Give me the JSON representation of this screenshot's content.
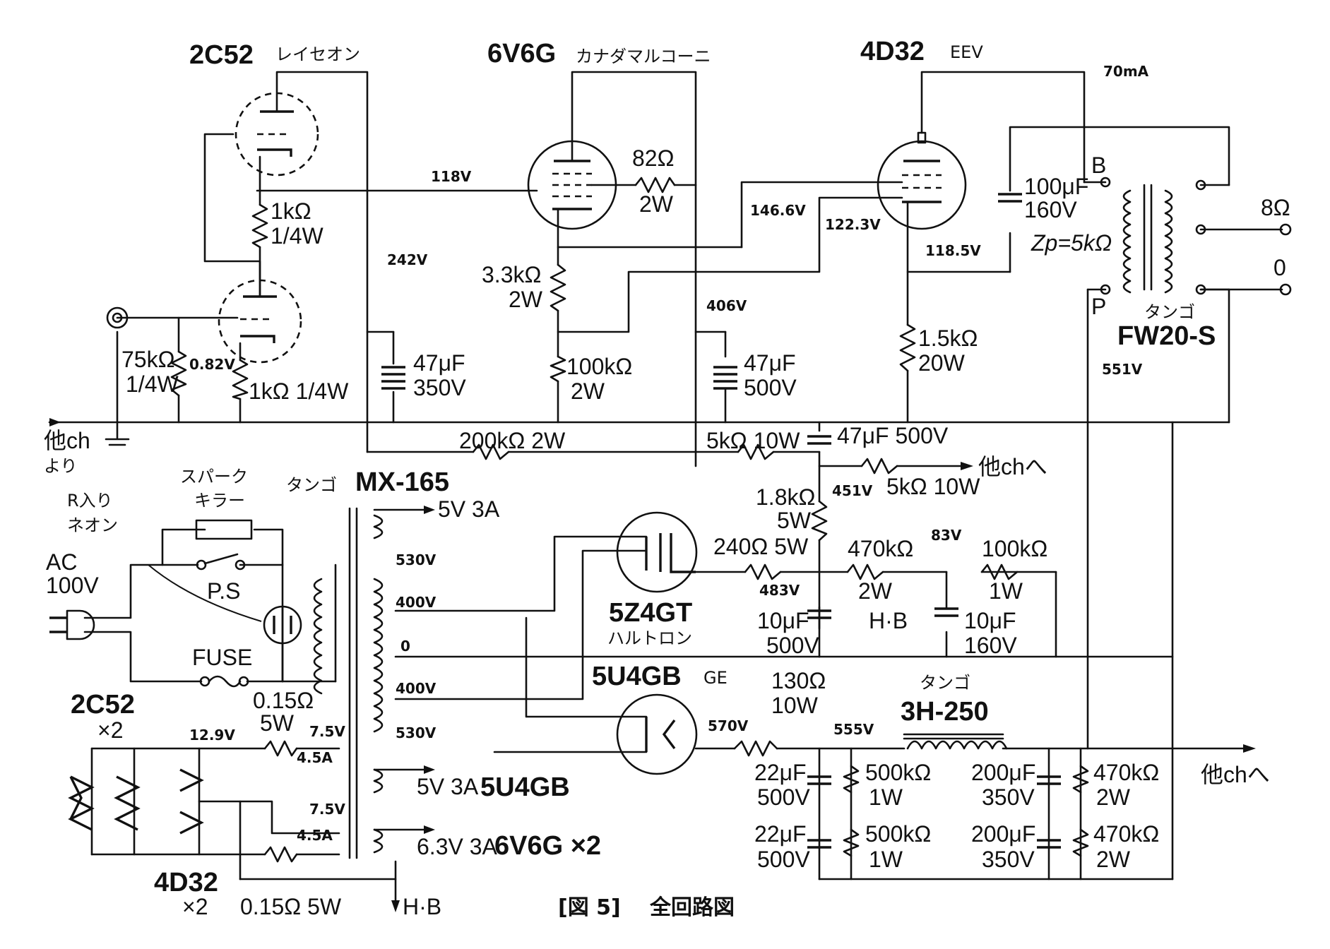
{
  "tubes": {
    "t2c52_name": "2C52",
    "t2c52_maker": "レイセオン",
    "t6v6g_name": "6V6G",
    "t6v6g_maker": "カナダマルコーニ",
    "t4d32_name": "4D32",
    "t4d32_maker": "EEV",
    "t5z4_name": "5Z4GT",
    "t5z4_maker": "ハルトロン",
    "t5u4_name": "5U4GB",
    "t5u4_maker": "GE"
  },
  "components": {
    "r_82": "82Ω",
    "r_82w": "2W",
    "r_1k_a": "1kΩ",
    "r_1k_aw": "1/4W",
    "r_33k": "3.3kΩ",
    "r_33kw": "2W",
    "r_75k": "75kΩ",
    "r_75kw": "1/4W",
    "r_1k_b": "1kΩ 1/4W",
    "c_47_350_a": "47μF",
    "c_47_350_b": "350V",
    "r_100k_a": "100kΩ",
    "r_100k_aw": "2W",
    "c_47_500_a": "47μF",
    "c_47_500_b": "500V",
    "r_15k": "1.5kΩ",
    "r_15kw": "20W",
    "c_100u_a": "100μF",
    "c_100u_b": "160V",
    "zp": "Zp=5kΩ",
    "r_200k": "200kΩ 2W",
    "r_5k_a": "5kΩ 10W",
    "c_47_500v": "47μF 500V",
    "r_5k_b": "5kΩ 10W",
    "r_18k": "1.8kΩ",
    "r_18kw": "5W",
    "r_240": "240Ω 5W",
    "r_470k": "470kΩ",
    "r_470kw": "2W",
    "r_100k_b": "100kΩ",
    "r_100k_bw": "1W",
    "c_10_500_a": "10μF",
    "c_10_500_b": "500V",
    "c_10_160_a": "10μF",
    "c_10_160_b": "160V",
    "r_130": "130Ω",
    "r_130w": "10W",
    "c_22_a1": "22μF",
    "c_22_a2": "500V",
    "c_22_b1": "22μF",
    "c_22_b2": "500V",
    "r_500k_a1": "500kΩ",
    "r_500k_a2": "1W",
    "r_500k_b1": "500kΩ",
    "r_500k_b2": "1W",
    "c_200_a1": "200μF",
    "c_200_a2": "350V",
    "c_200_b1": "200μF",
    "c_200_b2": "350V",
    "r_470k_a1": "470kΩ",
    "r_470k_a2": "2W",
    "r_470k_b1": "470kΩ",
    "r_470k_b2": "2W",
    "r_015_a1": "0.15Ω",
    "r_015_a2": "5W",
    "r_015_b": "0.15Ω 5W"
  },
  "voltages": {
    "v118": "118V",
    "v242": "242V",
    "v1466": "146.6V",
    "v1223": "122.3V",
    "v1185": "118.5V",
    "v406": "406V",
    "v082": "0.82V",
    "v451": "451V",
    "v83": "83V",
    "v483": "483V",
    "v551": "551V",
    "v570": "570V",
    "v555": "555V",
    "v129": "12.9V",
    "v75a": "7.5V",
    "v75b": "7.5V",
    "i45a": "4.5A",
    "i45b": "4.5A",
    "i70": "70mA"
  },
  "transformers": {
    "out_brand": "タンゴ",
    "out_model": "FW20-S",
    "out_b": "B",
    "out_p": "P",
    "out_8": "8Ω",
    "out_0": "0",
    "pwr_brand": "タンゴ",
    "pwr_model": "MX-165",
    "tap_5v": "5V 3A",
    "tap_530a": "530V",
    "tap_400a": "400V",
    "tap_0": "0",
    "tap_400b": "400V",
    "tap_530b": "530V",
    "tap_5v_b": "5V 3A",
    "tap_5v_b_tube": "5U4GB",
    "tap_63": "6.3V 3A",
    "tap_63_tube": "6V6G ×2",
    "choke_brand": "タンゴ",
    "choke_model": "3H-250"
  },
  "labels": {
    "from_other": "他ch",
    "from_other_2": "より",
    "to_other_1": "他chへ",
    "to_other_2": "他chへ",
    "spark_1": "スパーク",
    "spark_2": "キラー",
    "neon_1": "R入り",
    "neon_2": "ネオン",
    "ac_1": "AC",
    "ac_2": "100V",
    "ps": "P.S",
    "fuse": "FUSE",
    "hb_1": "H·B",
    "hb_2": "H·B",
    "heater_2c52": "2C52",
    "heater_2c52_x": "×2",
    "heater_4d32": "4D32",
    "heater_4d32_x": "×2",
    "caption_fig": "[図 5]",
    "caption_title": "全回路図"
  }
}
